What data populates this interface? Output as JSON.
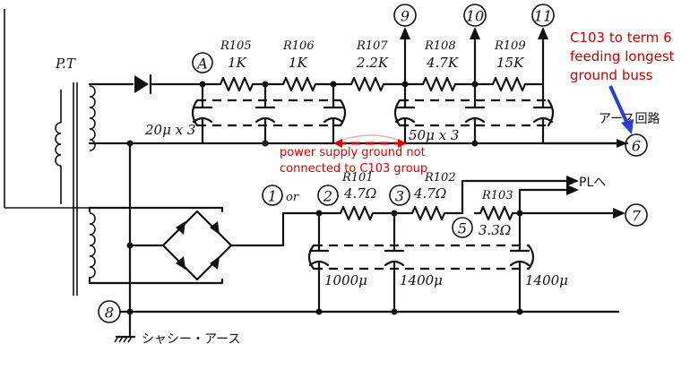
{
  "labels": {
    "pt": "P.T",
    "r105": "R105",
    "r105_val": "1K",
    "r106": "R106",
    "r106_val": "1K",
    "r107": "R107",
    "r107_val": "2.2K",
    "r108": "R108",
    "r108_val": "4.7K",
    "r109": "R109",
    "r109_val": "15K",
    "r101": "R101",
    "r101_val": "4.7Ω",
    "r102": "R102",
    "r102_val": "4.7Ω",
    "r103": "R103",
    "r103_val": "3.3Ω",
    "cap_a": "20μ x 3",
    "cap_b": "50μ x 3",
    "cap_c1": "1000μ",
    "cap_c2": "1400μ",
    "cap_c3": "1400μ",
    "node_a": "A",
    "node_1": "1",
    "or": "or",
    "node_2": "2",
    "node_3": "3",
    "node_5": "5",
    "node_6": "6",
    "node_7": "7",
    "node_8": "8",
    "node_9": "9",
    "node_10": "10",
    "node_11": "11",
    "earth_circuit": "アース回路",
    "pl": "PLへ",
    "chassis_earth": "シャシー・アース"
  },
  "annotations": {
    "c103_line1": "C103 to term 6",
    "c103_line2": "feeding longest",
    "c103_line3": "ground buss",
    "psu_line1": "power supply ground not",
    "psu_line2": "connected to C103 group"
  },
  "colors": {
    "ink": "#111111",
    "annotation_red": "#e00000",
    "arrow_blue": "#2a3fd0"
  }
}
